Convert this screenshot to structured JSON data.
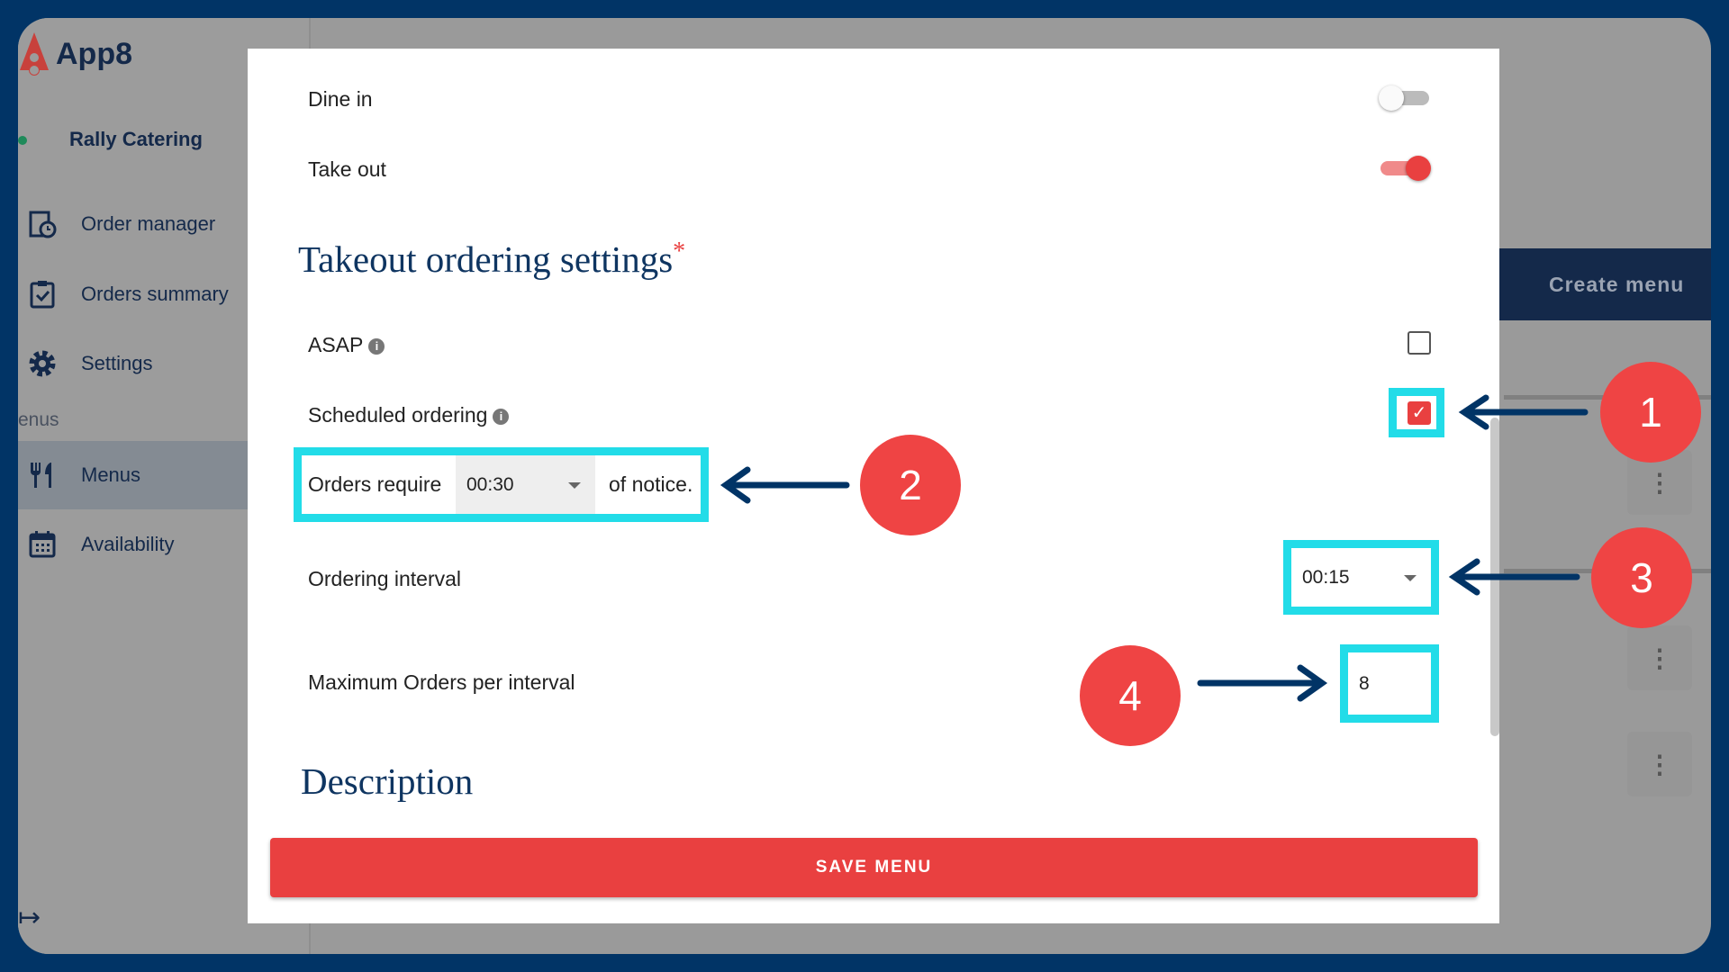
{
  "app": {
    "name": "App8",
    "business": "Rally Catering"
  },
  "sidebar": {
    "items": [
      {
        "label": "Order manager",
        "icon": "order-manager-icon"
      },
      {
        "label": "Orders summary",
        "icon": "clipboard-check-icon"
      },
      {
        "label": "Settings",
        "icon": "gear-icon"
      },
      {
        "label": "Menus",
        "icon": "utensils-icon",
        "active": true
      },
      {
        "label": "Availability",
        "icon": "calendar-icon"
      }
    ],
    "section_label": "enus"
  },
  "main": {
    "create_menu_label": "Create menu"
  },
  "modal": {
    "dine_in": {
      "label": "Dine in",
      "enabled": false
    },
    "take_out": {
      "label": "Take out",
      "enabled": true
    },
    "takeout_heading": "Takeout ordering settings",
    "required_mark": "*",
    "asap": {
      "label": "ASAP",
      "checked": false
    },
    "scheduled": {
      "label": "Scheduled ordering",
      "checked": true
    },
    "notice": {
      "prefix": "Orders require",
      "value": "00:30",
      "suffix": "of notice."
    },
    "interval": {
      "label": "Ordering interval",
      "value": "00:15"
    },
    "max_orders": {
      "label": "Maximum Orders per interval",
      "value": "8"
    },
    "description_heading": "Description",
    "save_label": "SAVE MENU"
  },
  "annotations": [
    "1",
    "2",
    "3",
    "4"
  ],
  "colors": {
    "frame": "#013466",
    "accent": "#e94040",
    "highlight": "#22dce8",
    "navy": "#14294a"
  }
}
